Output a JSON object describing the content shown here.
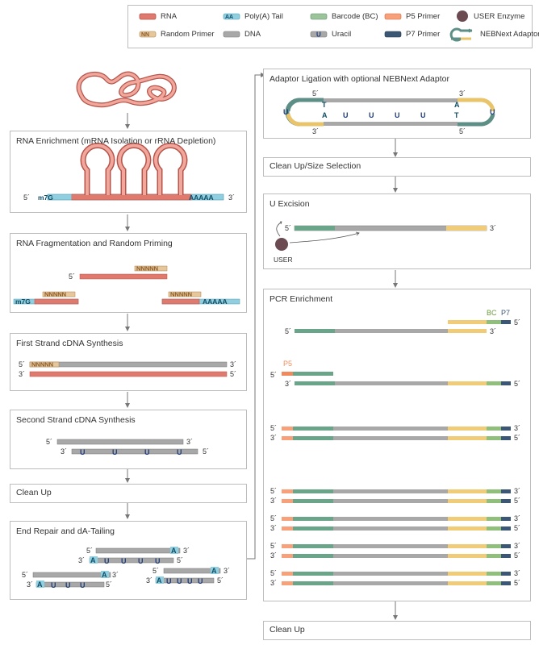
{
  "legend": {
    "rna": "RNA",
    "polya": "Poly(A) Tail",
    "barcode": "Barcode (BC)",
    "p5": "P5 Primer",
    "user_enzyme": "USER Enzyme",
    "random_primer": "Random Primer",
    "dna": "DNA",
    "uracil": "Uracil",
    "p7": "P7 Primer",
    "nebnext_adaptor": "NEBNext Adaptor",
    "glyph_aa": "AA",
    "glyph_nn": "NN",
    "glyph_u": "U"
  },
  "steps": {
    "rna_enrichment": "RNA Enrichment (mRNA Isolation or rRNA Depletion)",
    "fragmentation": "RNA Fragmentation and Random Priming",
    "first_strand": "First Strand cDNA Synthesis",
    "second_strand": "Second Strand cDNA Synthesis",
    "clean_up_1": "Clean Up",
    "end_repair": "End Repair and dA-Tailing",
    "adaptor_ligation": "Adaptor Ligation with optional NEBNext Adaptor",
    "size_selection": "Clean Up/Size Selection",
    "u_excision": "U Excision",
    "pcr": "PCR Enrichment",
    "clean_up_2": "Clean Up"
  },
  "labels": {
    "five": "5´",
    "three": "3´",
    "m7g": "m7G",
    "polya_tail": "AAAAA",
    "nnnnn": "NNNNN",
    "u": "U",
    "a": "A",
    "t": "T",
    "user": "USER",
    "p5": "P5",
    "bc": "BC",
    "p7": "P7"
  },
  "colors": {
    "rna": "#e07a6e",
    "polya": "#8fcfe0",
    "barcode": "#6aa58a",
    "p5": "#f08a5d",
    "p7": "#3b5775",
    "dna": "#9a9a9a",
    "primer": "#c99a5b",
    "yellow": "#f0cc78",
    "uracil": "#1f3d7a",
    "enzyme": "#6b4a52"
  }
}
